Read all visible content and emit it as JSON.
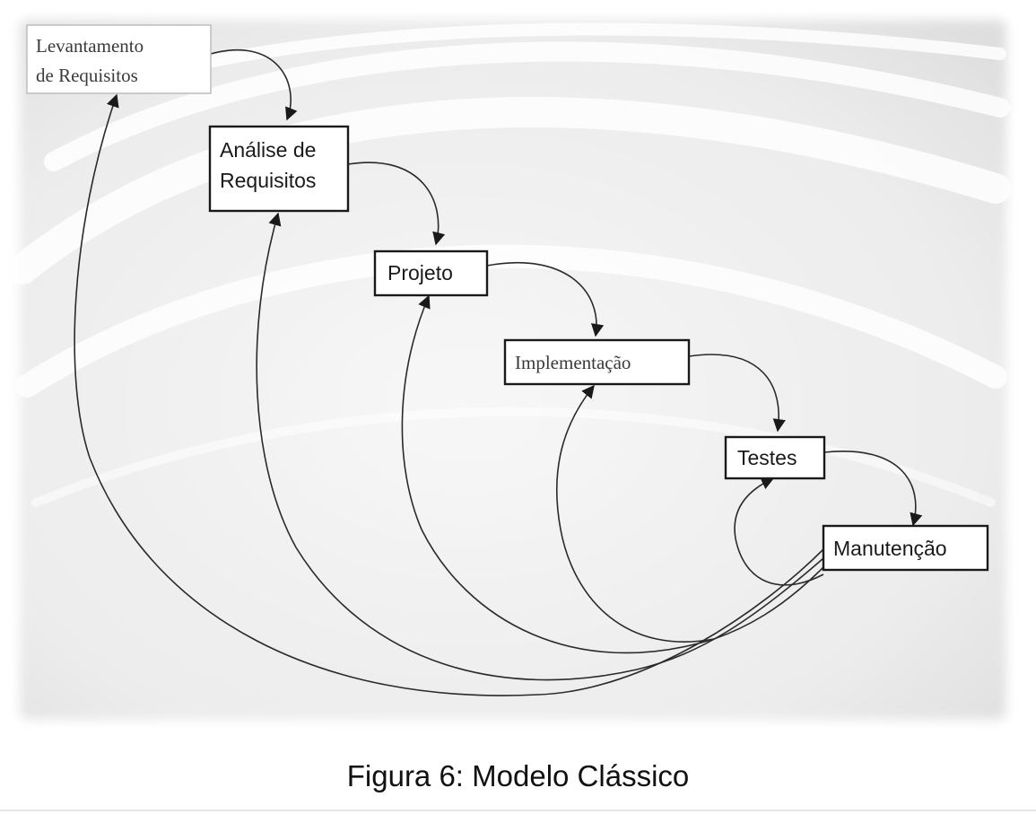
{
  "stages": [
    {
      "id": "levantamento",
      "lines": [
        "Levantamento",
        "de Requisitos"
      ]
    },
    {
      "id": "analise",
      "lines": [
        "Análise de",
        "Requisitos"
      ]
    },
    {
      "id": "projeto",
      "lines": [
        "Projeto"
      ]
    },
    {
      "id": "implementacao",
      "lines": [
        "Implementação"
      ]
    },
    {
      "id": "testes",
      "lines": [
        "Testes"
      ]
    },
    {
      "id": "manutencao",
      "lines": [
        "Manutenção"
      ]
    }
  ],
  "caption": "Figura 6: Modelo Clássico",
  "colors": {
    "background_panel": "#f0f0f0",
    "swoosh": "#ffffff",
    "box_border": "#1a1a1a",
    "arrow": "#2a2a2a"
  }
}
